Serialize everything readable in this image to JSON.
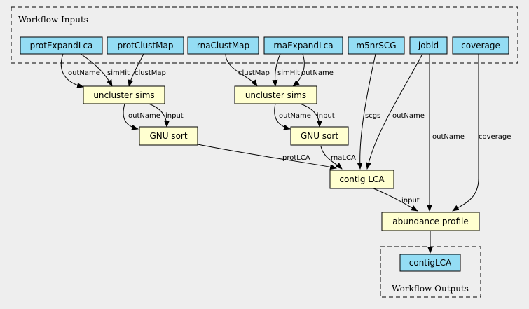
{
  "colors": {
    "background": "#eeeeee",
    "input_node": "#94ddf4",
    "step_node": "#ffffd0",
    "stroke": "#000000"
  },
  "clusters": {
    "inputs": {
      "label": "Workflow Inputs"
    },
    "outputs": {
      "label": "Workflow Outputs"
    }
  },
  "nodes": {
    "protExpandLca": "protExpandLca",
    "protClustMap": "protClustMap",
    "rnaClustMap": "rnaClustMap",
    "rnaExpandLca": "rnaExpandLca",
    "m5nrSCG": "m5nrSCG",
    "jobid": "jobid",
    "coverage": "coverage",
    "uncluster1": "uncluster sims",
    "uncluster2": "uncluster sims",
    "sort1": "GNU sort",
    "sort2": "GNU sort",
    "contigLCA": "contig LCA",
    "abundance": "abundance profile",
    "out_contigLCA": "contigLCA"
  },
  "edge_labels": {
    "e1": "outName",
    "e2": "simHit",
    "e3": "clustMap",
    "e4": "clustMap",
    "e5": "simHit",
    "e6": "outName",
    "e7": "outName",
    "e8": "input",
    "e9": "outName",
    "e10": "input",
    "e11": "protLCA",
    "e12": "rnaLCA",
    "e13": "scgs",
    "e14": "outName",
    "e15": "outName",
    "e16": "coverage",
    "e17": "input"
  }
}
